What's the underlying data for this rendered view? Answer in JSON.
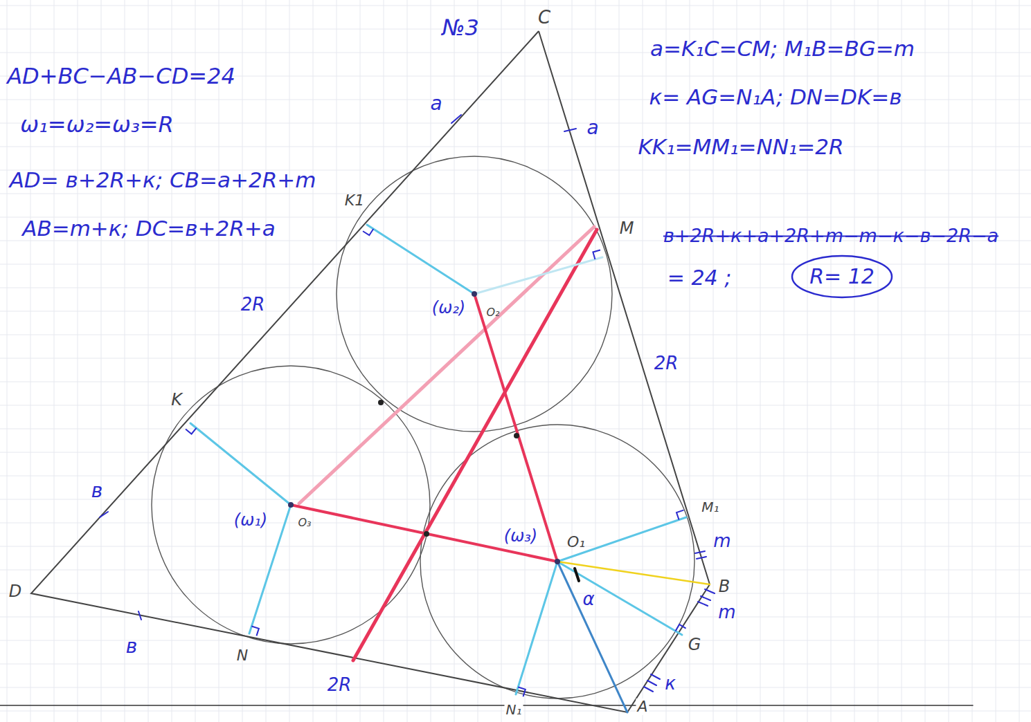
{
  "diagram": {
    "labels": [
      "AD+BC−AB−CD=24",
      "ω₁=ω₂=ω₃=R",
      "AD= в+2R+к; CB=a+2R+m",
      "AB=m+к; DC=в+2R+a",
      "№3",
      "C",
      "a=K₁C=CM; M₁B=BG=m",
      "к= AG=N₁A; DN=DK=в",
      "KK₁=MM₁=NN₁=2R",
      "в+2R+к+a+2R+m−m−к−в−2R−a",
      "= 24 ;",
      "R= 12",
      "a",
      "a",
      "K1",
      "M",
      "2R",
      "2R",
      "K",
      "(ω₂)",
      "O₂",
      "(ω₁)",
      "O₃",
      "(ω₃)",
      "O₁",
      "M₁",
      "m",
      "B",
      "m",
      "α",
      "G",
      "к",
      "в",
      "D",
      "в",
      "N",
      "2R",
      "N₁",
      "A"
    ]
  }
}
